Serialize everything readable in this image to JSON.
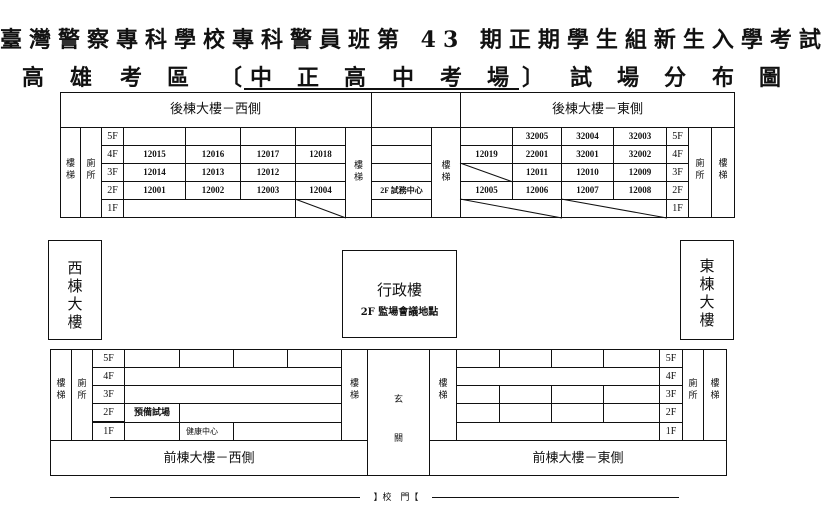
{
  "title_line1": "臺灣警察專科學校專科警員班第 43 期正期學生組新生入學考試",
  "title_line2": {
    "region": [
      "高",
      "雄",
      "考",
      "區"
    ],
    "bracket_open": "〔",
    "venue": [
      "中",
      "正",
      "高",
      "中",
      "考",
      "場"
    ],
    "bracket_close": "〕",
    "suffix": [
      "試",
      "場",
      "分",
      "布",
      "圖"
    ]
  },
  "back_west": {
    "header": "後棟大樓－西側",
    "stairs": "樓梯",
    "toilet": "廁所",
    "floors": [
      "5F",
      "4F",
      "3F",
      "2F",
      "1F"
    ],
    "rooms": {
      "4F": [
        "12015",
        "12016",
        "12017",
        "12018"
      ],
      "3F": [
        "12014",
        "12013",
        "12012",
        ""
      ],
      "2F": [
        "12001",
        "12002",
        "12003",
        "12004"
      ]
    }
  },
  "back_middle": {
    "stairs": "樓梯",
    "office": "2F 試務中心"
  },
  "back_east": {
    "header": "後棟大樓－東側",
    "stairs": "樓梯",
    "toilet": "廁所",
    "floors": [
      "5F",
      "4F",
      "3F",
      "2F",
      "1F"
    ],
    "rooms": {
      "5F": [
        "",
        "32005",
        "32004",
        "32003"
      ],
      "4F": [
        "12019",
        "22001",
        "32001",
        "32002"
      ],
      "3F": [
        "",
        "12011",
        "12010",
        "12009"
      ],
      "2F": [
        "12005",
        "12006",
        "12007",
        "12008"
      ]
    }
  },
  "west_building": "西棟大樓",
  "east_building": "東棟大樓",
  "admin": {
    "name": "行政樓",
    "meeting": "2F 監場會議地點"
  },
  "front_west": {
    "header": "前棟大樓－西側",
    "stairs": "樓梯",
    "toilet": "廁所",
    "floors": [
      "5F",
      "4F",
      "3F",
      "2F",
      "1F"
    ],
    "reserve_room": "預備試場",
    "health_center": "健康中心"
  },
  "front_middle": {
    "stairs": "樓梯",
    "entrance": [
      "玄",
      "關"
    ]
  },
  "front_east": {
    "header": "前棟大樓－東側",
    "stairs": "樓梯",
    "toilet": "廁所",
    "floors": [
      "5F",
      "4F",
      "3F",
      "2F",
      "1F"
    ]
  },
  "gate": "】校　門【"
}
